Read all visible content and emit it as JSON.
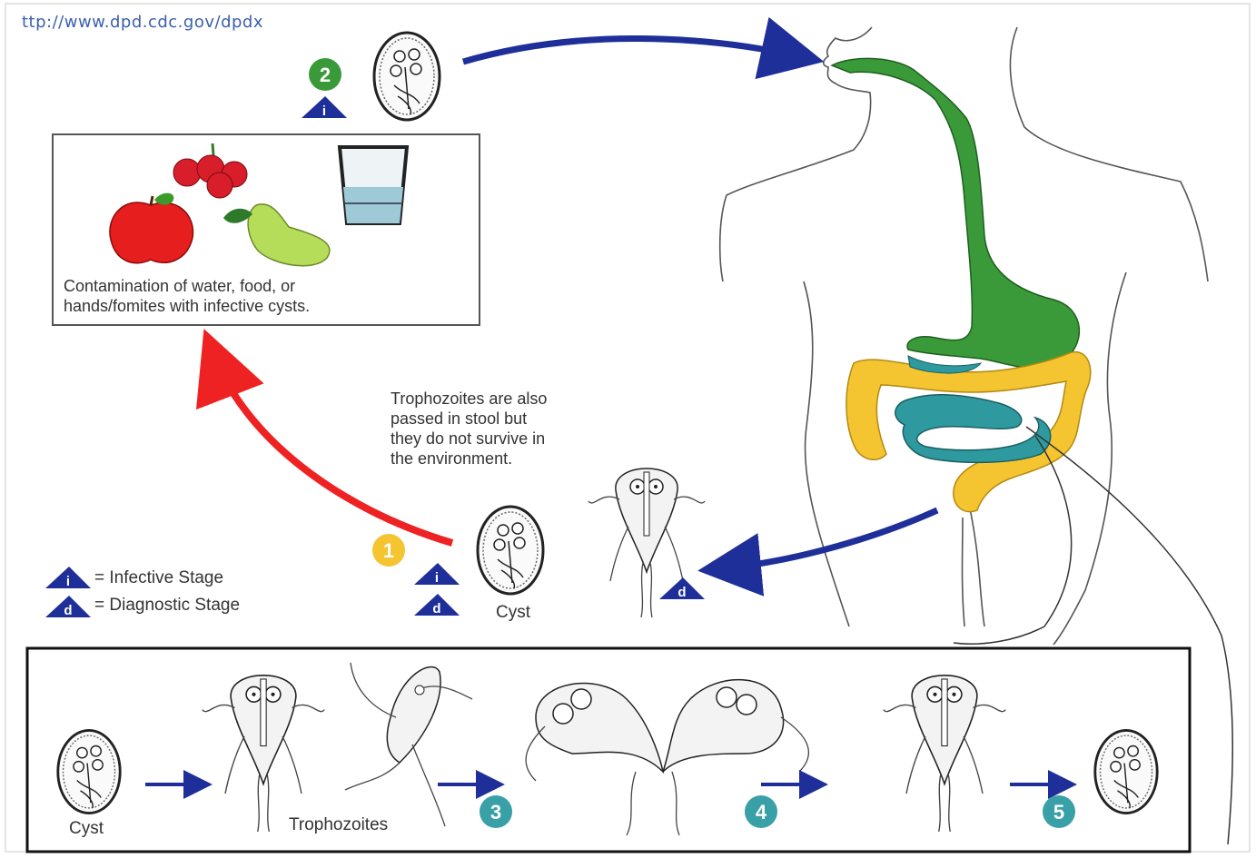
{
  "source_url": "ttp://www.dpd.cdc.gov/dpdx",
  "contamination_box": {
    "caption_line1": "Contamination of water, food, or",
    "caption_line2": "hands/fomites with infective cysts."
  },
  "trophozoite_note": {
    "line1": "Trophozoites are also",
    "line2": "passed in stool but",
    "line3": "they do not survive in",
    "line4": "the environment."
  },
  "steps": [
    {
      "number": "1",
      "color": "#f5c431"
    },
    {
      "number": "2",
      "color": "#3a9a3a"
    },
    {
      "number": "3",
      "color": "#3aa0a8"
    },
    {
      "number": "4",
      "color": "#3aa0a8"
    },
    {
      "number": "5",
      "color": "#3aa0a8"
    }
  ],
  "stage_markers": {
    "infective": "i",
    "diagnostic": "d"
  },
  "legend": {
    "infective_text": "= Infective Stage",
    "diagnostic_text": "= Diagnostic Stage"
  },
  "labels": {
    "cyst_stool": "Cyst",
    "cyst_bottom": "Cyst",
    "trophozoites_bottom": "Trophozoites"
  },
  "colors": {
    "arrow_blue": "#1f2f9a",
    "arrow_red": "#ee2222",
    "gi_upper_green": "#3a9a3a",
    "colon_yellow": "#f5c431",
    "small_intestine_teal": "#2e9aa0",
    "marker_blue": "#1f2f9a"
  }
}
